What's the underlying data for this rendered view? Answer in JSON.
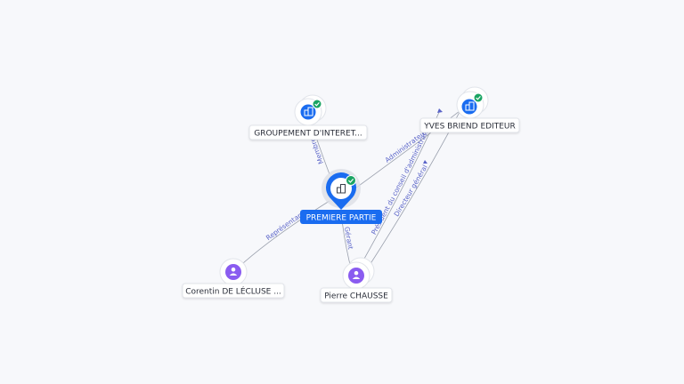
{
  "colors": {
    "company": "#1a6cf0",
    "person": "#8a5cf0",
    "check": "#1aa463",
    "edge": "#9aa0ad",
    "edge_label": "#5a64c8",
    "main_label_bg": "#1a6cf0"
  },
  "nodes": {
    "main": {
      "label": "PREMIERE PARTIE",
      "type": "company",
      "icon": "building-icon"
    },
    "groupement": {
      "label": "GROUPEMENT D'INTERET...",
      "type": "company",
      "icon": "building-icon"
    },
    "yves": {
      "label": "YVES BRIEND EDITEUR",
      "type": "company",
      "icon": "building-icon"
    },
    "corentin": {
      "label": "Corentin DE LÉCLUSE ...",
      "type": "person",
      "icon": "person-icon"
    },
    "pierre": {
      "label": "Pierre CHAUSSE",
      "type": "person",
      "icon": "person-icon"
    }
  },
  "edges": {
    "main_groupement": "Membre",
    "main_yves": "Administrateur",
    "main_corentin": "Représentant",
    "main_pierre": "Gérant",
    "pierre_yves": "Président du conseil d'administration",
    "pierre_yves_2": "Directeur général"
  }
}
